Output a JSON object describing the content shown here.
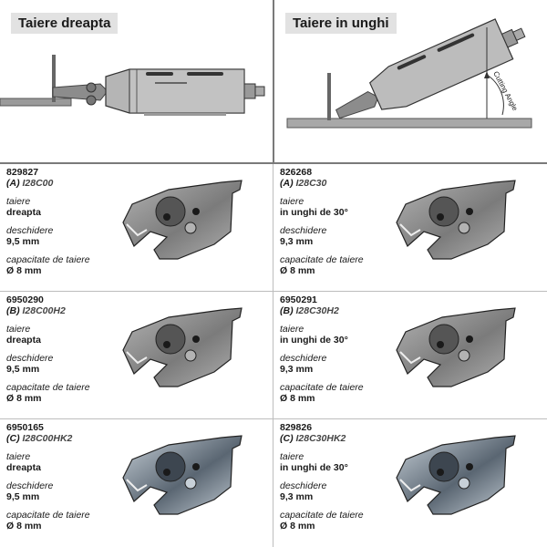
{
  "panels": [
    {
      "title": "Taiere dreapta"
    },
    {
      "title": "Taiere in unghi",
      "angle_label": "Cutting Angle"
    }
  ],
  "products": [
    {
      "code": "829827",
      "letter": "(A)",
      "ref": "I28C00",
      "label_taiere": "taiere",
      "taiere": "dreapta",
      "label_deschidere": "deschidere",
      "deschidere": "9,5 mm",
      "label_capacitate": "capacitate de taiere",
      "capacitate": "Ø 8 mm",
      "variant": "plain"
    },
    {
      "code": "826268",
      "letter": "(A)",
      "ref": "I28C30",
      "label_taiere": "taiere",
      "taiere": "in unghi de 30°",
      "label_deschidere": "deschidere",
      "deschidere": "9,3 mm",
      "label_capacitate": "capacitate de taiere",
      "capacitate": "Ø 8 mm",
      "variant": "plain"
    },
    {
      "code": "6950290",
      "letter": "(B)",
      "ref": "I28C00H2",
      "label_taiere": "taiere",
      "taiere": "dreapta",
      "label_deschidere": "deschidere",
      "deschidere": "9,5 mm",
      "label_capacitate": "capacitate de taiere",
      "capacitate": "Ø 8 mm",
      "variant": "plain"
    },
    {
      "code": "6950291",
      "letter": "(B)",
      "ref": "I28C30H2",
      "label_taiere": "taiere",
      "taiere": "in unghi de 30°",
      "label_deschidere": "deschidere",
      "deschidere": "9,3 mm",
      "label_capacitate": "capacitate de taiere",
      "capacitate": "Ø 8 mm",
      "variant": "plain"
    },
    {
      "code": "6950165",
      "letter": "(C)",
      "ref": "I28C00HK2",
      "label_taiere": "taiere",
      "taiere": "dreapta",
      "label_deschidere": "deschidere",
      "deschidere": "9,5 mm",
      "label_capacitate": "capacitate de taiere",
      "capacitate": "Ø 8 mm",
      "variant": "coated"
    },
    {
      "code": "829826",
      "letter": "(C)",
      "ref": "I28C30HK2",
      "label_taiere": "taiere",
      "taiere": "in unghi de 30°",
      "label_deschidere": "deschidere",
      "deschidere": "9,3 mm",
      "label_capacitate": "capacitate de taiere",
      "capacitate": "Ø 8 mm",
      "variant": "coated"
    }
  ]
}
